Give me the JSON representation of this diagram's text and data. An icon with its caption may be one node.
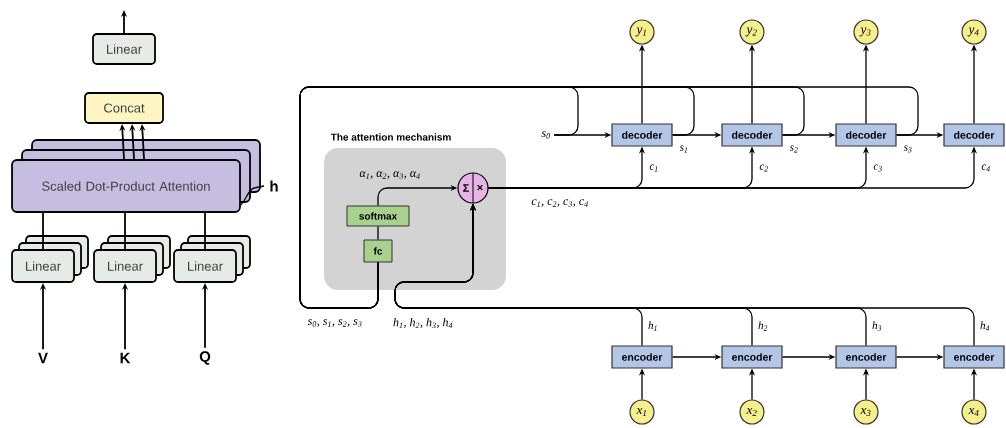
{
  "diagram": {
    "nodes": [
      {
        "text": [
          "Linear"
        ]
      },
      {
        "text": [
          "Concat"
        ]
      },
      {
        "text": [
          "Scaled Dot-Product Attention"
        ]
      },
      {
        "text": [
          "Linear"
        ]
      },
      {
        "text": [
          "Linear"
        ]
      },
      {
        "text": [
          "Linear"
        ]
      },
      {
        "text": [
          "V"
        ]
      },
      {
        "text": [
          "K"
        ]
      },
      {
        "text": [
          "Q"
        ]
      },
      {
        "text": [
          "The attention mechanism"
        ]
      },
      {
        "text": [
          "softmax"
        ],
        "in": 9
      },
      {
        "text": [
          "fc"
        ],
        "in": 9
      },
      {
        "text": [
          "Σ",
          "×"
        ],
        "in": 9
      },
      {
        "text": [
          "decoder"
        ]
      },
      {
        "text": [
          "decoder"
        ]
      },
      {
        "text": [
          "decoder"
        ]
      },
      {
        "text": [
          "decoder"
        ]
      },
      {
        "text": [
          "encoder"
        ]
      },
      {
        "text": [
          "encoder"
        ]
      },
      {
        "text": [
          "encoder"
        ]
      },
      {
        "text": [
          "encoder"
        ]
      },
      {
        "text": [
          "y$_{1}$"
        ]
      },
      {
        "text": [
          "y$_{2}$"
        ]
      },
      {
        "text": [
          "y$_{3}$"
        ]
      },
      {
        "text": [
          "y$_{4}$"
        ]
      },
      {
        "text": [
          "x$_{1}$"
        ]
      },
      {
        "text": [
          "x$_{2}$"
        ]
      },
      {
        "text": [
          "x$_{3}$"
        ]
      },
      {
        "text": [
          "x$_{4}$"
        ]
      },
      {
        "text": [
          "s$_{0}$"
        ]
      }
    ],
    "edges": [
      {
        "from": 0,
        "to": null,
        "arrow": "to"
      },
      {
        "from": 2,
        "to": 1,
        "arrow": "to"
      },
      {
        "from": 2,
        "to": 1,
        "arrow": "to"
      },
      {
        "from": 2,
        "to": 1,
        "arrow": "to"
      },
      {
        "from": 3,
        "to": 2,
        "arrow": "none"
      },
      {
        "from": 4,
        "to": 2,
        "arrow": "none"
      },
      {
        "from": 5,
        "to": 2,
        "arrow": "none"
      },
      {
        "from": 6,
        "to": 3,
        "arrow": "to"
      },
      {
        "from": 7,
        "to": 4,
        "arrow": "to"
      },
      {
        "from": 8,
        "to": 5,
        "arrow": "to"
      },
      {
        "from": 11,
        "to": 10,
        "arrow": "none"
      },
      {
        "from": 10,
        "to": 12,
        "arrow": "to"
      },
      {
        "from": 17,
        "to": 12,
        "arrow": "to",
        "label": "h$_{1}$"
      },
      {
        "from": 18,
        "to": 12,
        "arrow": "to",
        "label": "h$_{2}$"
      },
      {
        "from": 19,
        "to": 12,
        "arrow": "to",
        "label": "h$_{3}$"
      },
      {
        "from": 20,
        "to": 12,
        "arrow": "to",
        "label": "h$_{4}$"
      },
      {
        "from": 29,
        "to": 11,
        "arrow": "none"
      },
      {
        "from": 13,
        "to": 11,
        "arrow": "none"
      },
      {
        "from": 14,
        "to": 11,
        "arrow": "none"
      },
      {
        "from": 15,
        "to": 11,
        "arrow": "none"
      },
      {
        "from": 12,
        "to": 13,
        "arrow": "to",
        "label": "c$_{1}$"
      },
      {
        "from": 12,
        "to": 14,
        "arrow": "to",
        "label": "c$_{2}$"
      },
      {
        "from": 12,
        "to": 15,
        "arrow": "to",
        "label": "c$_{3}$"
      },
      {
        "from": 12,
        "to": 16,
        "arrow": "to",
        "label": "c$_{4}$"
      },
      {
        "from": 29,
        "to": 13,
        "arrow": "to"
      },
      {
        "from": 13,
        "to": 14,
        "arrow": "to",
        "label": "s$_{1}$"
      },
      {
        "from": 14,
        "to": 15,
        "arrow": "to",
        "label": "s$_{2}$"
      },
      {
        "from": 15,
        "to": 16,
        "arrow": "to",
        "label": "s$_{3}$"
      },
      {
        "from": 13,
        "to": 21,
        "arrow": "to"
      },
      {
        "from": 14,
        "to": 22,
        "arrow": "to"
      },
      {
        "from": 15,
        "to": 23,
        "arrow": "to"
      },
      {
        "from": 16,
        "to": 24,
        "arrow": "to"
      },
      {
        "from": 17,
        "to": 18,
        "arrow": "to"
      },
      {
        "from": 18,
        "to": 19,
        "arrow": "to"
      },
      {
        "from": 19,
        "to": 20,
        "arrow": "to"
      },
      {
        "from": 25,
        "to": 17,
        "arrow": "to"
      },
      {
        "from": 26,
        "to": 18,
        "arrow": "to"
      },
      {
        "from": 27,
        "to": 19,
        "arrow": "to"
      },
      {
        "from": 28,
        "to": 20,
        "arrow": "to"
      }
    ],
    "labels": [
      "h",
      "α$_{1}$, α$_{2}$, α$_{3}$, α$_{4}$",
      "c$_{1}$, c$_{2}$, c$_{3}$, c$_{4}$",
      "s$_{0}$, s$_{1}$, s$_{2}$, s$_{3}$",
      "h$_{1}$, h$_{2}$, h$_{3}$, h$_{4}$"
    ]
  }
}
